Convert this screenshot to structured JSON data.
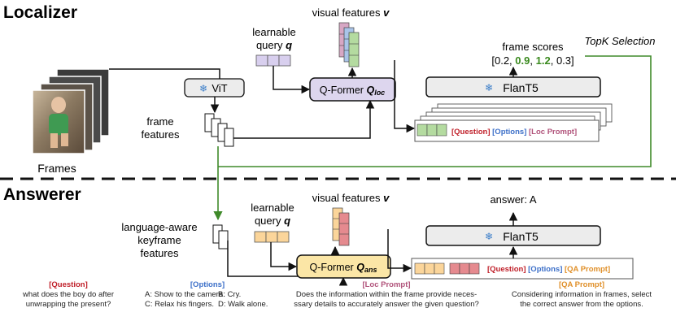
{
  "localizer": {
    "title": "Localizer",
    "frames_label": "Frames",
    "vit_label": "ViT",
    "frame_features_l1": "frame",
    "frame_features_l2": "features",
    "query_l1": "learnable",
    "query_l2": "query",
    "query_var": "q",
    "visual_features_prefix": "visual features",
    "visual_features_var": "v",
    "qformer_label": "Q-Former",
    "qformer_var": "Q",
    "qformer_sub": "loc",
    "flant5_label": "FlanT5",
    "frame_scores_label": "frame scores",
    "scores_open": "[0.2,",
    "score_1": "0.9",
    "score_2": "1.2",
    "scores_close": "0.3]",
    "topk_label": "TopK Selection",
    "prompt_question": "[Question]",
    "prompt_options": "[Options]",
    "prompt_loc": "[Loc Prompt]"
  },
  "answerer": {
    "title": "Answerer",
    "keyframe_l1": "language-aware",
    "keyframe_l2": "keyframe",
    "keyframe_l3": "features",
    "query_l1": "learnable",
    "query_l2": "query",
    "query_var": "q",
    "visual_features_prefix": "visual features",
    "visual_features_var": "v",
    "qformer_label": "Q-Former",
    "qformer_var": "Q",
    "qformer_sub": "ans",
    "flant5_label": "FlanT5",
    "answer_label": "answer: A",
    "prompt_question": "[Question]",
    "prompt_options": "[Options]",
    "prompt_qa": "[QA Prompt]"
  },
  "captions": {
    "question_head": "[Question]",
    "question_l1": "what does the boy do after",
    "question_l2": "unwrapping the present?",
    "options_head": "[Options]",
    "option_a": "A: Show to the camera.",
    "option_b": "B: Cry.",
    "option_c": "C: Relax his fingers.",
    "option_d": "D: Walk alone.",
    "loc_head": "[Loc Prompt]",
    "loc_l1": "Does the information within the frame provide neces-",
    "loc_l2": "ssary details to accurately answer the given question?",
    "qa_head": "[QA Prompt]",
    "qa_l1": "Considering information in frames, select",
    "qa_l2": "the correct answer from the options."
  },
  "colors": {
    "question_red": "#c0202a",
    "options_blue": "#3c6fc8",
    "loc_pink": "#b0527a",
    "qa_orange": "#e0902a",
    "score_green": "#3a8a1e",
    "topk_green": "#3f8a2a",
    "qformer_loc_fill": "#ddd6ee",
    "qformer_ans_fill": "#fbe6a6",
    "flant5_fill": "#ececec"
  }
}
